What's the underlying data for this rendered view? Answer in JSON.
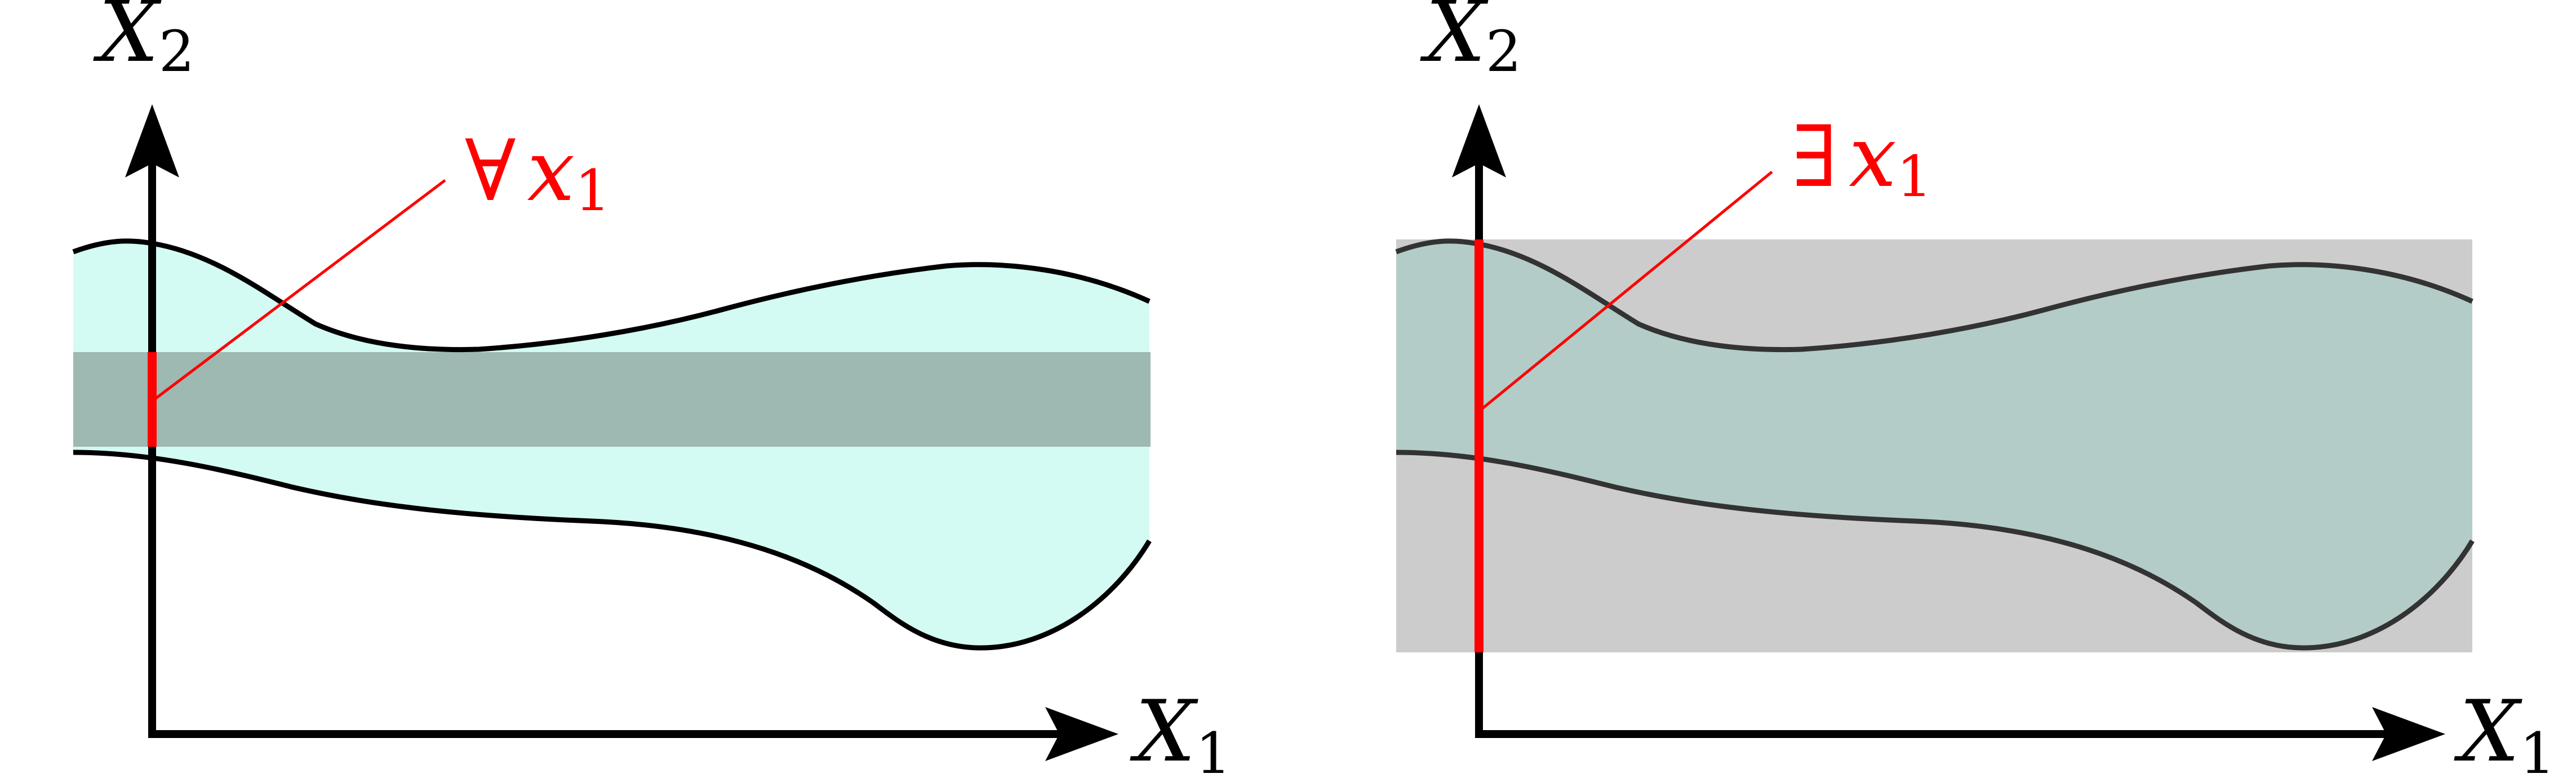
{
  "colors": {
    "region_fill": "#d3faf3",
    "band_fill": "#9eb8b2",
    "box_fill": "#cccccc",
    "region_over_box_fill": "#b3ccc8",
    "boundary_stroke": "#000000",
    "boundary_stroke_dark": "#333333",
    "highlight_red": "#ff0000",
    "axis": "#000000"
  },
  "panels": [
    {
      "name": "forall-panel",
      "axis_y_label": {
        "main": "X",
        "sub": "2"
      },
      "axis_x_label": {
        "main": "X",
        "sub": "1"
      },
      "annotation": {
        "quantifier": "∀",
        "var": "x",
        "sub": "1"
      }
    },
    {
      "name": "exists-panel",
      "axis_y_label": {
        "main": "X",
        "sub": "2"
      },
      "axis_x_label": {
        "main": "X",
        "sub": "1"
      },
      "annotation": {
        "quantifier": "∃",
        "var": "x",
        "sub": "1"
      }
    }
  ]
}
